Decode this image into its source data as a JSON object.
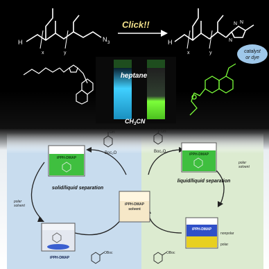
{
  "reaction": {
    "arrow_label": "Click!!",
    "reactant_terminal_label": "N",
    "reactant_terminal_sub": "3",
    "h_label": "H",
    "x_label": "x",
    "y_label": "y",
    "bubble_line1": "catalyst",
    "bubble_line2": "or dye",
    "triazole_n": "N"
  },
  "photo": {
    "upper_phase": "heptane",
    "lower_phase": "CH",
    "lower_phase_sub1": "3",
    "lower_phase_suffix": "CN"
  },
  "cycle": {
    "left_title": "solid/liquid separation",
    "right_title": "liquid/liquid separation",
    "left_solvent": "polar\nsolvent",
    "right_solvent": "polar\nsolvent",
    "beaker_label_dissolved": "iPPH-DMAP",
    "beaker_label_precip": "iPPH-DMAP",
    "center_beaker_line1": "iPPH-DMAP",
    "center_beaker_line2": "solvent",
    "right_biphase_top": "iPPH-DMAP",
    "nonpolar_label": "nonpolar",
    "polar_label": "polar",
    "boc_reagent": "Boc",
    "boc_sub": "2",
    "boc_suffix": "O",
    "product_label": "OBoc",
    "oh_label": "OH"
  },
  "colors": {
    "left_panel": "#c8dcee",
    "right_panel": "#dcebd0",
    "green_solution": "#3fbf3f",
    "blue_precip": "#3a5fd0",
    "yellow_polar": "#e8d020",
    "blue_nonpolar": "#3050c8",
    "bubble": "#9fc8ea",
    "title_yellow": "#f2e08a",
    "fluor_blue": "#40d0ff",
    "fluor_green": "#7cff3a"
  }
}
